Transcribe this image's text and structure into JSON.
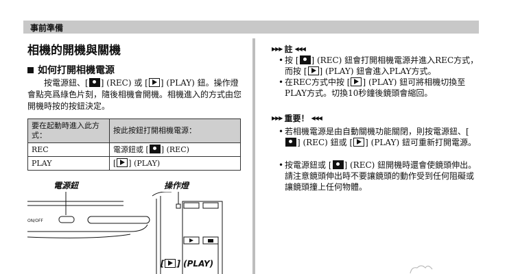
{
  "header": {
    "section": "事前準備"
  },
  "title": "相機的開機與關機",
  "section_heading": "如何打開相機電源",
  "paragraph": {
    "p1": "按電源鈕、[",
    "p2": "] (REC) 或 [",
    "p3": "] (PLAY) 鈕。操作燈會點亮爲綠色片刻，隨後相機會開機。相機進入的方式由您開機時按的按鈕決定。"
  },
  "table": {
    "headers": [
      "要在起動時進入此方式：",
      "按此按鈕打開相機電源："
    ],
    "rows": [
      {
        "mode": "REC",
        "b1": "電源鈕或 [",
        "b2": "] (REC)",
        "key": "camera"
      },
      {
        "mode": "PLAY",
        "b1": "[",
        "b2": "] (PLAY)",
        "key": "play"
      }
    ]
  },
  "figure": {
    "power_label": "電源鈕",
    "lamp_label": "操作燈",
    "play_label": "] (PLAY)",
    "onoff_text": "ON/OFF"
  },
  "note": {
    "heading": "註",
    "items": [
      {
        "a": "按 [",
        "b": "] (REC) 鈕會打開相機電源并進入REC方式，而按 [",
        "c": "] (PLAY) 鈕會進入PLAY方式。"
      },
      {
        "a": "在REC方式中按 [",
        "b": "] (PLAY) 鈕可將相機切換至PLAY方式。切換10秒鐘後鏡頭會縮回。"
      }
    ]
  },
  "important": {
    "heading": "重要！",
    "items": [
      {
        "a": "若相機電源是由自動關機功能關閉，則按電源鈕、[",
        "b": "] (REC) 鈕或 [",
        "c": "] (PLAY) 鈕可重新打開電源。"
      },
      {
        "a": "按電源鈕或 [",
        "b": "] (REC) 鈕開機時還會使鏡頭伸出。請注意鏡頭伸出時不要讓鏡頭的動作受到任何阻礙或讓鏡頭撞上任何物體。"
      }
    ]
  }
}
